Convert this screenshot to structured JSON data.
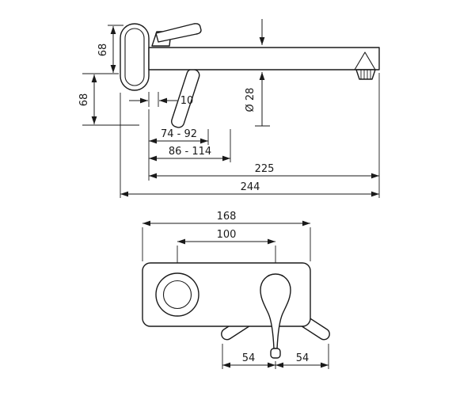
{
  "drawing": {
    "type": "technical-dimension-drawing",
    "subject": "wall-mounted single-lever basin mixer, side view and front view",
    "side_view": {
      "dim_plate_height": "68",
      "dim_below_axis": "68",
      "dim_wall_offset": "10",
      "dim_spout_diameter": "Ø 28",
      "dim_handle_reach_min": "74 - 92",
      "dim_handle_reach_max": "86 - 114",
      "dim_spout_reach": "225",
      "dim_total_reach": "244"
    },
    "front_view": {
      "dim_plate_width": "168",
      "dim_center_distance": "100",
      "dim_lever_swing_left": "54",
      "dim_lever_swing_right": "54"
    }
  }
}
